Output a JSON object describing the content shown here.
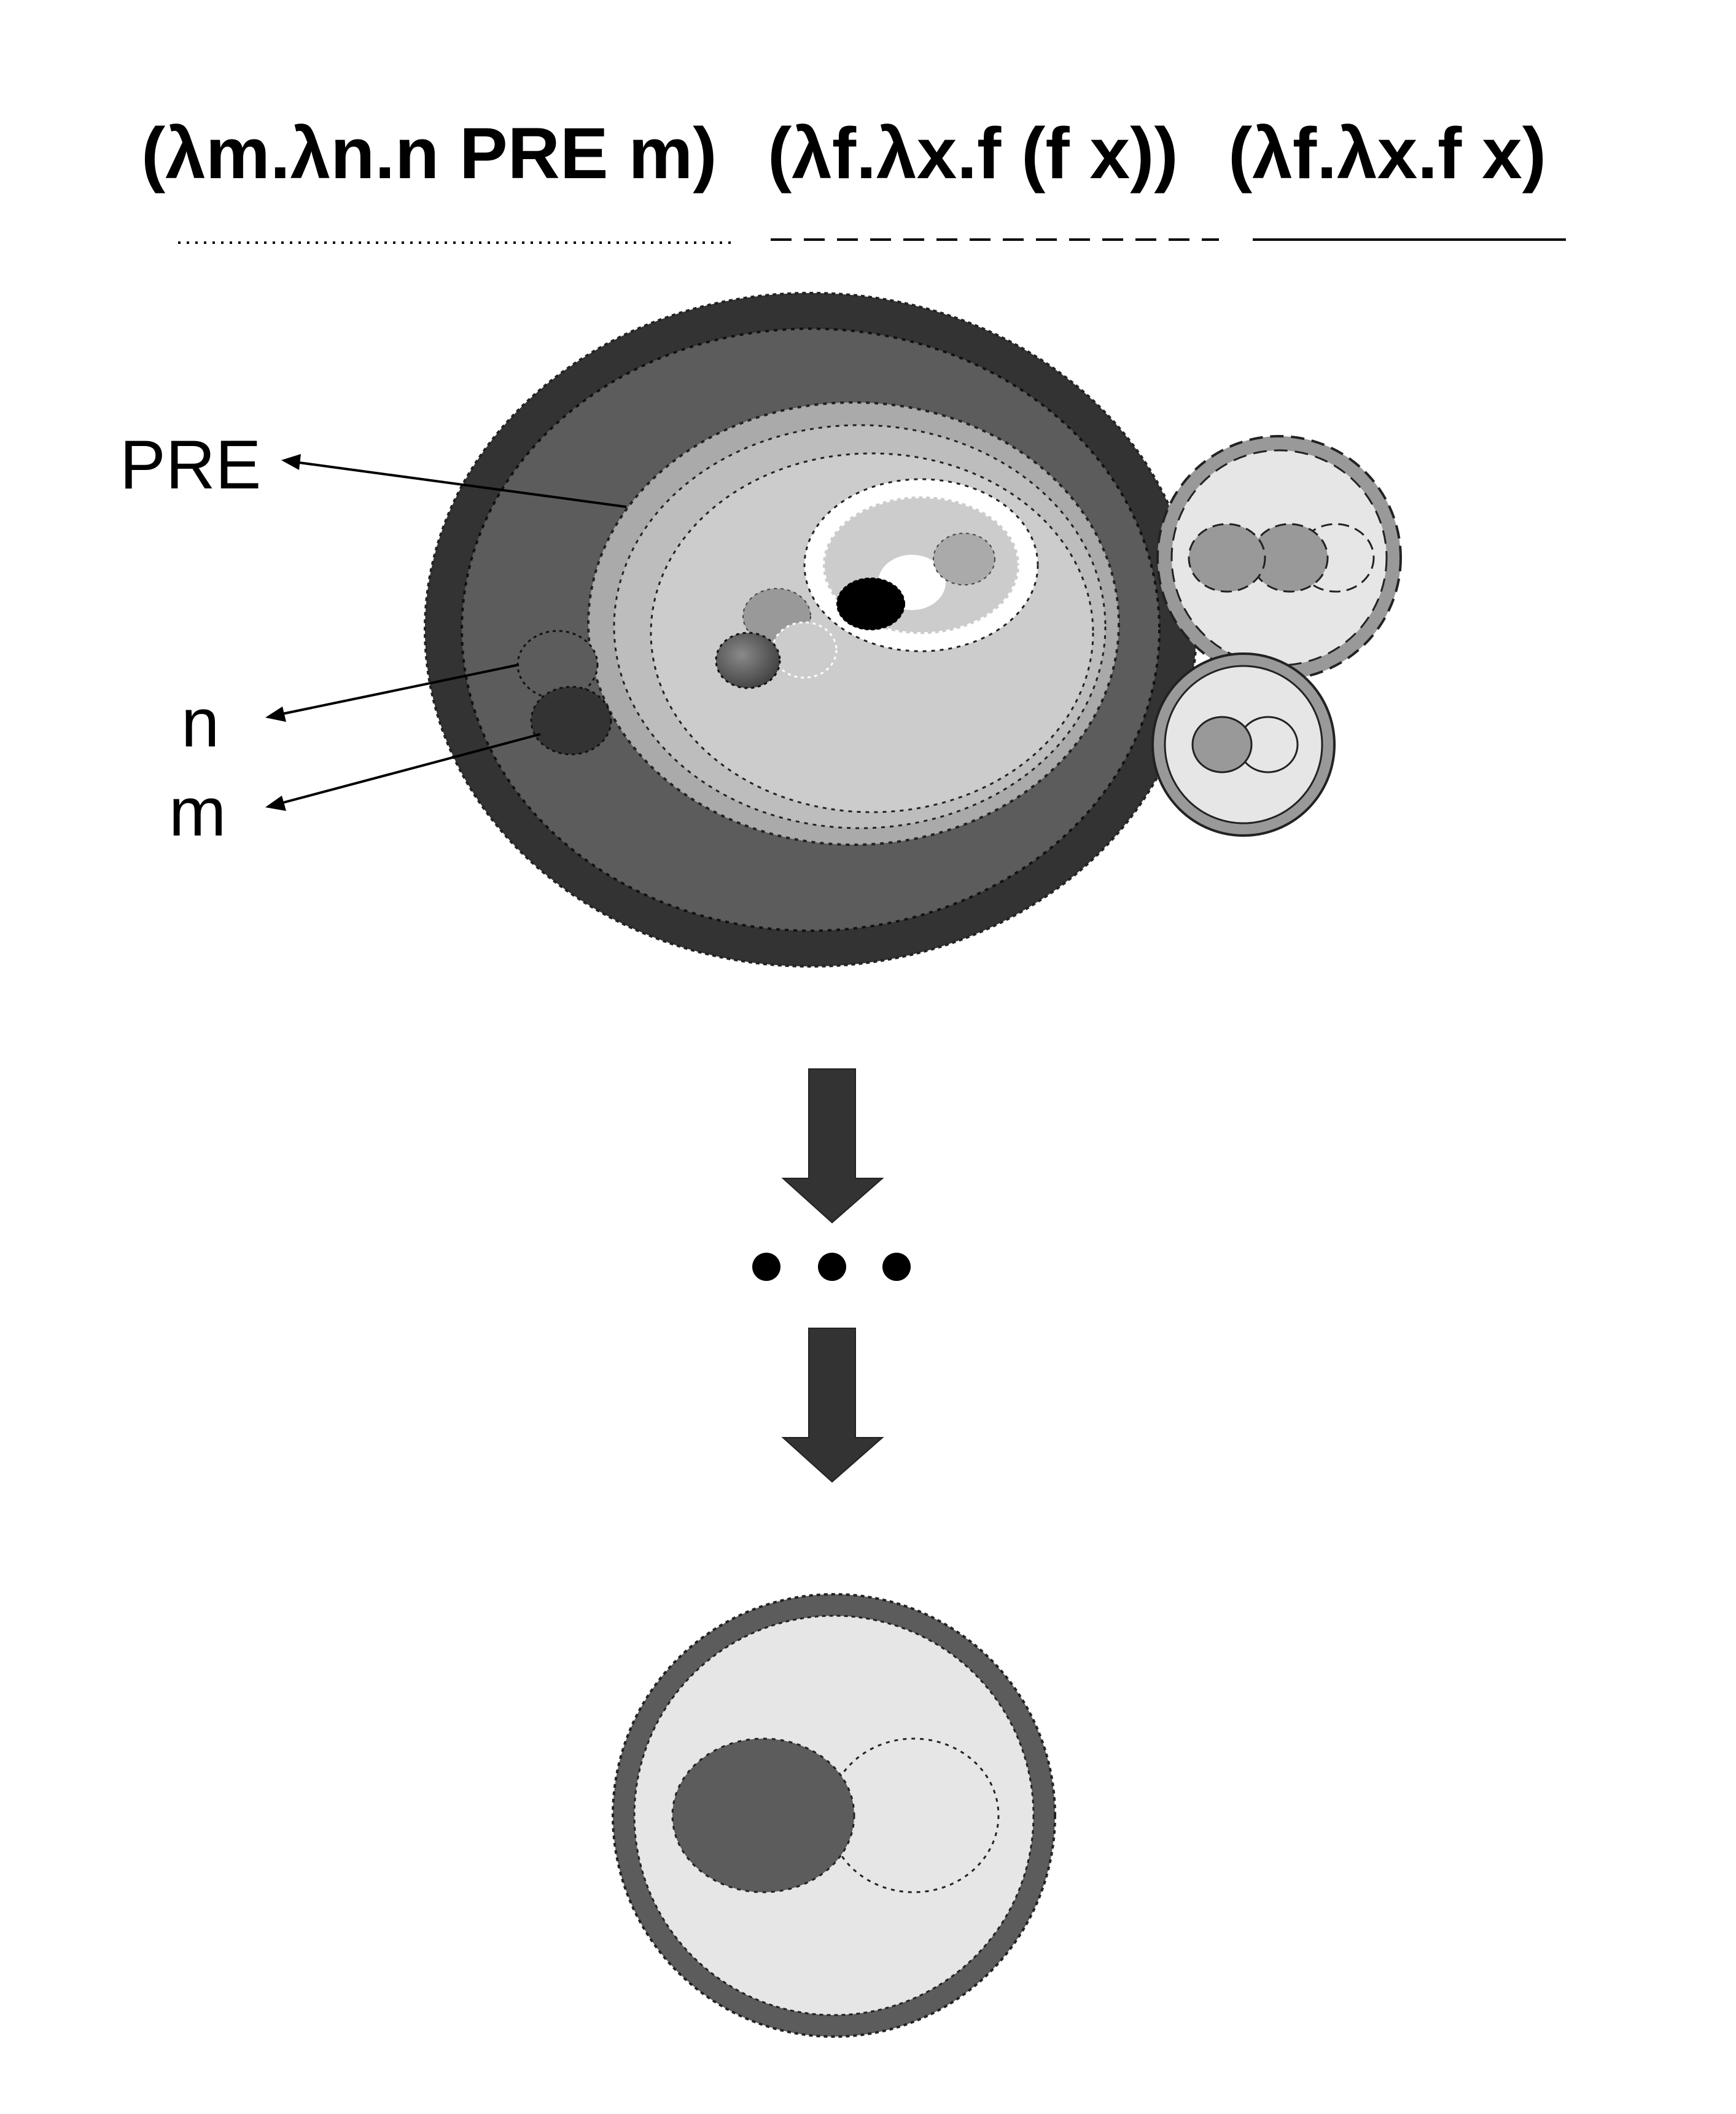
{
  "header": {
    "term_1": "(λm.λn.n PRE m)",
    "term_2": "(λf.λx.f (f x))",
    "term_3": "(λf.λx.f x)"
  },
  "labels": {
    "pre": "PRE",
    "n": "n",
    "m": "m"
  },
  "ellipsis": "• • •",
  "colors": {
    "darkest": "#333333",
    "dark": "#5c5c5c",
    "mid": "#999999",
    "mid_light": "#aaaaaa",
    "light": "#cccccc",
    "lighter": "#e6e6e6",
    "white": "#ffffff",
    "black": "#000000"
  }
}
